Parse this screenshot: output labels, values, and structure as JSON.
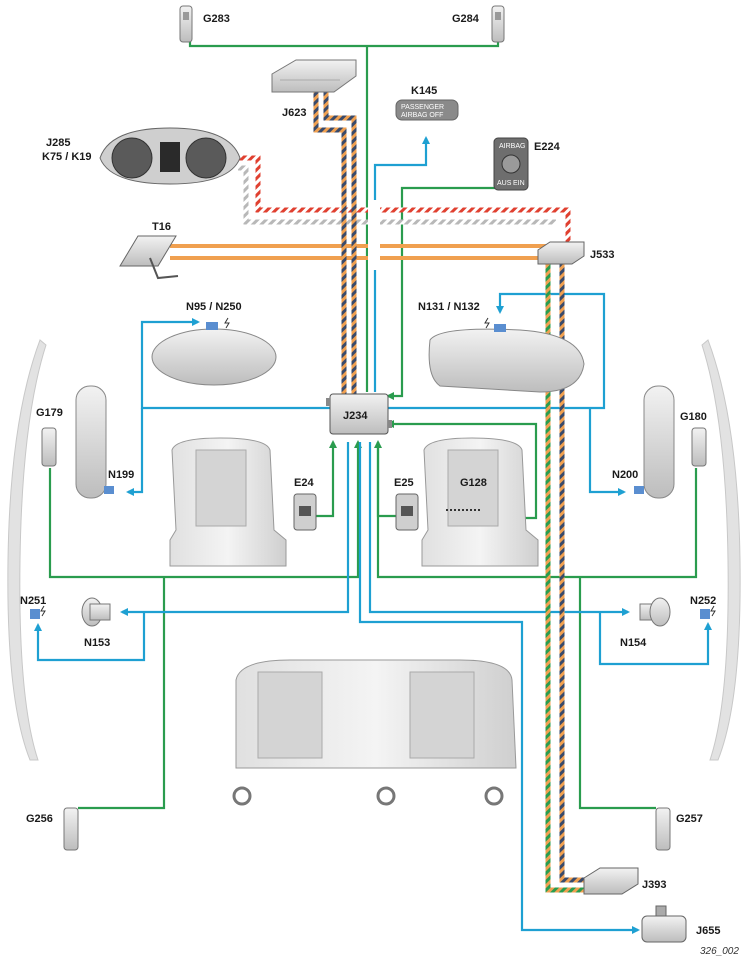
{
  "labels": {
    "g283": "G283",
    "g284": "G284",
    "j623": "J623",
    "k145": "K145",
    "k145_line1": "PASSENGER",
    "k145_line2": "AIRBAG OFF",
    "j285": "J285",
    "k75_k19": "K75 / K19",
    "e224": "E224",
    "e224_top": "AIRBAG",
    "e224_aus": "AUS",
    "e224_ein": "EIN",
    "t16": "T16",
    "j533": "J533",
    "n95_n250": "N95 / N250",
    "n131_n132": "N131 / N132",
    "j234": "J234",
    "g179": "G179",
    "g180": "G180",
    "n199": "N199",
    "n200": "N200",
    "e24": "E24",
    "e25": "E25",
    "g128": "G128",
    "n251": "N251",
    "n252": "N252",
    "n153": "N153",
    "n154": "N154",
    "g256": "G256",
    "g257": "G257",
    "j393": "J393",
    "j655": "J655",
    "figure_number": "326_002"
  },
  "colors": {
    "can_bus": "#2a9c4e",
    "signal_line": "#1ea0d2",
    "orange_wire": "#f0a050",
    "dark_wire": "#3a4a6a",
    "red_wire": "#e04030",
    "grey_wire": "#c0c0c0",
    "component_fill": "#e6e6e6",
    "component_stroke": "#7a7a7a",
    "squib_blue": "#5a8ed0"
  }
}
